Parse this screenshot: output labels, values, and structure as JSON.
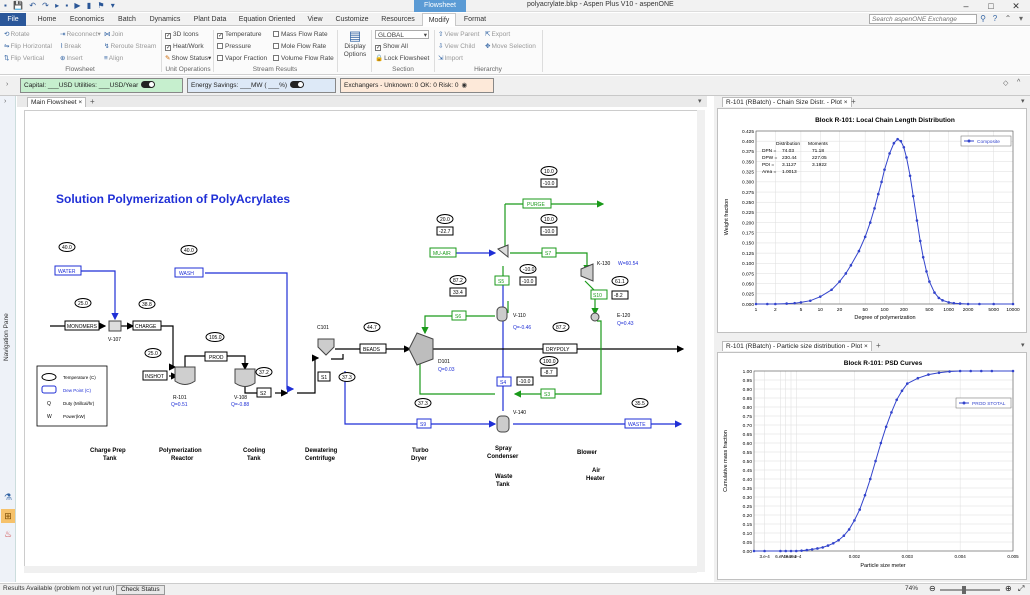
{
  "titlebar": {
    "title": "polyacrylate.bkp - Aspen Plus V10 - aspenONE",
    "contextual_tab": "Flowsheet",
    "min_label": "–",
    "max_label": "□",
    "close_label": "✕"
  },
  "menu": {
    "tabs": [
      "File",
      "Home",
      "Economics",
      "Batch",
      "Dynamics",
      "Plant Data",
      "Equation Oriented",
      "View",
      "Customize",
      "Resources",
      "Modify",
      "Format"
    ],
    "active": "Modify",
    "search_placeholder": "Search aspenONE Exchange"
  },
  "ribbon": {
    "flowsheet_group": {
      "label": "Flowsheet",
      "rotate": "Rotate",
      "flip_horizontal": "Flip Horizontal",
      "flip_vertical": "Flip Vertical",
      "reconnect": "Reconnect",
      "break": "Break",
      "insert": "Insert",
      "join": "Join",
      "reroute_stream": "Reroute Stream",
      "align": "Align"
    },
    "unit_ops_group": {
      "label": "Unit Operations",
      "icons_3d": "3D Icons",
      "heat_work": "Heat/Work",
      "show_status": "Show Status"
    },
    "stream_results_group": {
      "label": "Stream Results",
      "temperature": "Temperature",
      "pressure": "Pressure",
      "vapor_fraction": "Vapor Fraction",
      "mass_flow_rate": "Mass Flow Rate",
      "mole_flow_rate": "Mole Flow Rate",
      "volume_flow_rate": "Volume Flow Rate"
    },
    "display_options": "Display Options",
    "section_group": {
      "label": "Section",
      "dropdown_value": "GLOBAL",
      "show_all": "Show All",
      "lock_flowsheet": "Lock Flowsheet"
    },
    "hierarchy_group": {
      "label": "Hierarchy",
      "view_parent": "View Parent",
      "view_child": "View Child",
      "import": "Import",
      "export": "Export",
      "move_selection": "Move Selection"
    }
  },
  "infobar": {
    "capital": "Capital: ___USD  Utilities: ___USD/Year",
    "energy": "Energy Savings: ___MW  ( ___%)",
    "exchangers": "Exchangers - Unknown: 0  OK: 0  Risk: 0"
  },
  "nav_pane_label": "Navigation Pane",
  "main_tab": "Main Flowsheet",
  "right_tabs": {
    "top": "R-101 (RBatch) - Chain Size Distr. - Plot",
    "bottom": "R-101 (RBatch) - Particle size distribution - Plot"
  },
  "flowsheet": {
    "title": "Solution Polymerization of PolyAcrylates",
    "streams": [
      "WATER",
      "WASH",
      "MONOMERS",
      "CHARGE",
      "PROD",
      "INSHOT",
      "S2",
      "S1",
      "BEADS",
      "S6",
      "S9",
      "S5",
      "S7",
      "S4",
      "S3",
      "S10",
      "MU-AIR",
      "PURGE",
      "DRYPOLY",
      "WASTE"
    ],
    "blocks": [
      "V-107",
      "R-101",
      "V-108",
      "C101",
      "D101",
      "V-110",
      "V-140",
      "K-130",
      "E-120"
    ],
    "temps": {
      "water": "40.0",
      "wash": "40.0",
      "monomers": "25.0",
      "charge": "38.8",
      "prod": "105.0",
      "inshot": "25.0",
      "s2": "37.2",
      "s1": "37.3",
      "beads": "44.7",
      "s6": "87.2",
      "muair": "20.0",
      "purge": "10.0",
      "s7": "10.0",
      "s9a": "-10.0",
      "k130": "61.1",
      "drypoly": "87.2",
      "s4": "100.0",
      "s9": "37.3",
      "waste": "35.5"
    },
    "pressures": {
      "muair": "-22.7",
      "purge": "-10.0",
      "s7": "-10.0",
      "s9a": "-10.0",
      "s6": "33.4",
      "s10": "-8.2",
      "s4": "-10.0",
      "s3": "-8.7"
    },
    "duties": {
      "r101": "Q=0.51",
      "v108": "Q=-0.88",
      "v110": "Q=-0.46",
      "d101": "Q=0.03",
      "e120": "Q=0.43",
      "k130": "W=60.54"
    },
    "legend": [
      "Temperature (C)",
      "Dew Point (C)",
      "Duty (Millcal/hr)",
      "Power(kW)"
    ],
    "legend_keys": [
      "Q",
      "W"
    ],
    "area_labels": [
      [
        "Charge Prep",
        "Tank"
      ],
      [
        "Polymerization",
        "Reactor"
      ],
      [
        "Cooling",
        "Tank"
      ],
      [
        "Dewatering",
        "Centrifuge"
      ],
      [
        "Turbo",
        "Dryer"
      ],
      [
        "Spray",
        "Condenser"
      ],
      [
        "Waste",
        "Tank"
      ],
      [
        "Blower"
      ],
      [
        "Air",
        "Heater"
      ]
    ]
  },
  "chart_data": [
    {
      "type": "line",
      "title": "Block R-101: Local Chain Length Distribution",
      "xlabel": "Degree of polymerization",
      "ylabel": "Weight fraction",
      "xscale": "log",
      "xlim": [
        1,
        10000
      ],
      "ylim": [
        0,
        0.425
      ],
      "xticks": [
        "1",
        "2",
        "5",
        "10",
        "20",
        "50",
        "100",
        "200",
        "500",
        "1000",
        "2000",
        "5000",
        "10000"
      ],
      "yticks": [
        "0.000",
        "0.025",
        "0.050",
        "0.075",
        "0.100",
        "0.125",
        "0.150",
        "0.175",
        "0.200",
        "0.225",
        "0.250",
        "0.275",
        "0.300",
        "0.325",
        "0.350",
        "0.375",
        "0.400",
        "0.425"
      ],
      "legend_position": "top-right",
      "series": [
        {
          "name": "Composite",
          "x": [
            1,
            1.5,
            2,
            3,
            4,
            5,
            7,
            10,
            15,
            20,
            25,
            30,
            40,
            50,
            60,
            70,
            80,
            90,
            100,
            120,
            140,
            160,
            180,
            200,
            220,
            250,
            280,
            320,
            360,
            400,
            450,
            500,
            600,
            700,
            800,
            1000,
            1200,
            1500,
            2000,
            3000,
            5000,
            10000
          ],
          "y": [
            0,
            0,
            0,
            0.001,
            0.002,
            0.004,
            0.008,
            0.018,
            0.035,
            0.055,
            0.075,
            0.095,
            0.13,
            0.165,
            0.2,
            0.235,
            0.27,
            0.3,
            0.33,
            0.37,
            0.395,
            0.405,
            0.4,
            0.385,
            0.36,
            0.315,
            0.265,
            0.205,
            0.155,
            0.115,
            0.08,
            0.055,
            0.028,
            0.015,
            0.009,
            0.004,
            0.002,
            0.001,
            0,
            0,
            0,
            0
          ]
        }
      ],
      "annotation": {
        "header": [
          "Distribution",
          "Moments"
        ],
        "rows": [
          [
            "DPN =",
            "74.03",
            "71.18"
          ],
          [
            "DPW =",
            "230.44",
            "227.05"
          ],
          [
            "PDI =",
            "3.1127",
            "3.1922"
          ],
          [
            "Area =",
            "1.0013",
            ""
          ]
        ]
      }
    },
    {
      "type": "line",
      "title": "Block R-101: PSD Curves",
      "xlabel": "Particle size meter",
      "ylabel": "Cumulative mass fraction",
      "xlim": [
        0.0001,
        0.005
      ],
      "ylim": [
        0,
        1.0
      ],
      "xticks": [
        "3.e-4",
        "6.e-4",
        "7.e-4",
        "8.e-4",
        "9.e-4",
        "0.002",
        "0.003",
        "0.004",
        "0.005"
      ],
      "yticks": [
        "0.00",
        "0.05",
        "0.10",
        "0.15",
        "0.20",
        "0.25",
        "0.30",
        "0.35",
        "0.40",
        "0.45",
        "0.50",
        "0.55",
        "0.60",
        "0.65",
        "0.70",
        "0.75",
        "0.80",
        "0.85",
        "0.90",
        "0.95",
        "1.00"
      ],
      "legend_position": "top-right",
      "series": [
        {
          "name": "PROD STOTAL",
          "x": [
            0.0001,
            0.0003,
            0.0006,
            0.0007,
            0.0008,
            0.0009,
            0.001,
            0.0011,
            0.0012,
            0.0013,
            0.0014,
            0.0015,
            0.0016,
            0.0017,
            0.0018,
            0.0019,
            0.002,
            0.0021,
            0.0022,
            0.0023,
            0.0024,
            0.0025,
            0.0026,
            0.0027,
            0.0028,
            0.0029,
            0.003,
            0.0032,
            0.0034,
            0.0036,
            0.0038,
            0.004,
            0.0042,
            0.0044,
            0.0046,
            0.005
          ],
          "y": [
            0,
            0,
            0,
            0,
            0,
            0,
            0.002,
            0.005,
            0.009,
            0.014,
            0.02,
            0.03,
            0.043,
            0.06,
            0.085,
            0.12,
            0.17,
            0.23,
            0.31,
            0.4,
            0.5,
            0.6,
            0.69,
            0.77,
            0.84,
            0.89,
            0.93,
            0.96,
            0.98,
            0.99,
            0.997,
            1.0,
            1.0,
            1.0,
            1.0,
            1.0
          ]
        }
      ]
    }
  ],
  "status": {
    "text": "Results Available (problem not yet run)",
    "check_status": "Check Status",
    "zoom": "74%"
  },
  "colors": {
    "ribbon_file": "#2b579a",
    "context_tab": "#5b9bd5",
    "stream_blue": "#1f2fd6",
    "stream_green": "#1a9a1a",
    "stream_black": "#000000",
    "title_blue": "#1f2fd6",
    "plot_blue": "#3344cc",
    "infobar_green": "#c6efce",
    "infobar_blue": "#dde9f7",
    "infobar_orange": "#fde9d9"
  }
}
